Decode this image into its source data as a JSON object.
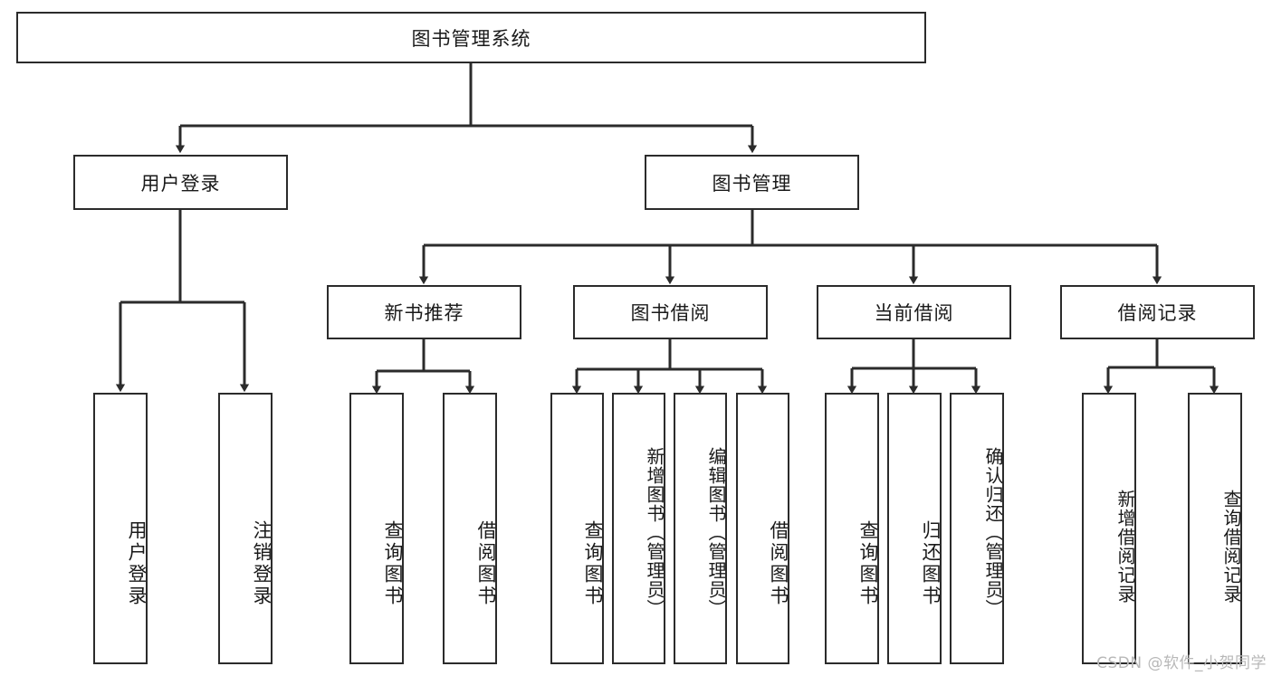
{
  "diagram": {
    "title": "图书管理系统",
    "type": "tree-hierarchy",
    "watermark": "CSDN @软件_小贺同学",
    "colors": {
      "stroke": "#2b2b2b",
      "fill": "#ffffff",
      "text": "#1a1a1a",
      "watermark": "#b8b8b8"
    },
    "levels": {
      "root": {
        "label": "图书管理系统"
      },
      "level2": [
        {
          "label": "用户登录"
        },
        {
          "label": "图书管理"
        }
      ],
      "level3": [
        {
          "label": "新书推荐"
        },
        {
          "label": "图书借阅"
        },
        {
          "label": "当前借阅"
        },
        {
          "label": "借阅记录"
        }
      ],
      "leaves": {
        "user_login": [
          {
            "label": "用户登录"
          },
          {
            "label": "注销登录"
          }
        ],
        "new_book": [
          {
            "label": "查询图书"
          },
          {
            "label": "借阅图书"
          }
        ],
        "book_borrow": [
          {
            "label": "查询图书"
          },
          {
            "label": "新增图书（管理员）"
          },
          {
            "label": "编辑图书（管理员）"
          },
          {
            "label": "借阅图书"
          }
        ],
        "current_borrow": [
          {
            "label": "查询图书"
          },
          {
            "label": "归还图书"
          },
          {
            "label": "确认归还（管理员）"
          }
        ],
        "borrow_record": [
          {
            "label": "新增借阅记录"
          },
          {
            "label": "查询借阅记录"
          }
        ]
      }
    }
  }
}
